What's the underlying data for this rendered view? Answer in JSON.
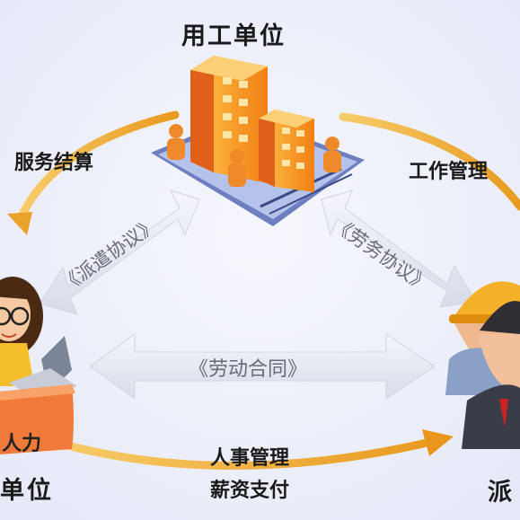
{
  "nodes": {
    "employer": "用工单位",
    "dispatch_org_partial": "单位",
    "dispatch_org_sign": "人力",
    "worker_partial": "派"
  },
  "flows": {
    "service_settlement": "服务结算",
    "work_management": "工作管理",
    "hr_management": "人事管理",
    "salary_payment": "薪资支付"
  },
  "agreements": {
    "dispatch": "《派遣协议》",
    "labor_service": "《劳务协议》",
    "labor_contract": "《劳动合同》"
  },
  "colors": {
    "background": "#edf0fb",
    "arrow_gold": "#f0b23a",
    "double_arrow_fill": "#e4e8f2",
    "building_orange": "#f59a1f",
    "building_dark": "#e0601a",
    "desk_orange": "#f07a3a"
  },
  "icons": [
    "office-building-icon",
    "female-staff-icon",
    "laptop-icon",
    "worker-hardhat-icon",
    "worker-suit-icon"
  ]
}
